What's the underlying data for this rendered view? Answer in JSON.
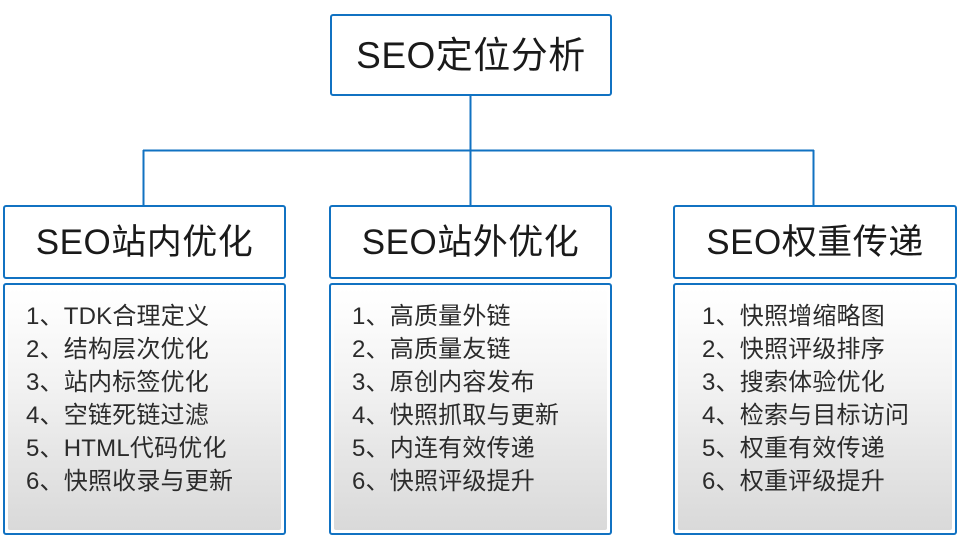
{
  "diagram": {
    "type": "org-chart",
    "accent_color": "#1172c2",
    "text_color": "#1a1a1a",
    "panel_gradient_top": "#ffffff",
    "panel_gradient_bottom": "#d9d9d9",
    "root": {
      "title": "SEO定位分析"
    },
    "branches": [
      {
        "title": "SEO站内优化",
        "items": [
          "1、TDK合理定义",
          "2、结构层次优化",
          "3、站内标签优化",
          "4、空链死链过滤",
          "5、HTML代码优化",
          "6、快照收录与更新"
        ]
      },
      {
        "title": "SEO站外优化",
        "items": [
          "1、高质量外链",
          "2、高质量友链",
          "3、原创内容发布",
          "4、快照抓取与更新",
          "5、内连有效传递",
          "6、快照评级提升"
        ]
      },
      {
        "title": "SEO权重传递",
        "items": [
          "1、快照增缩略图",
          "2、快照评级排序",
          "3、搜索体验优化",
          "4、检索与目标访问",
          "5、权重有效传递",
          "6、权重评级提升"
        ]
      }
    ]
  }
}
